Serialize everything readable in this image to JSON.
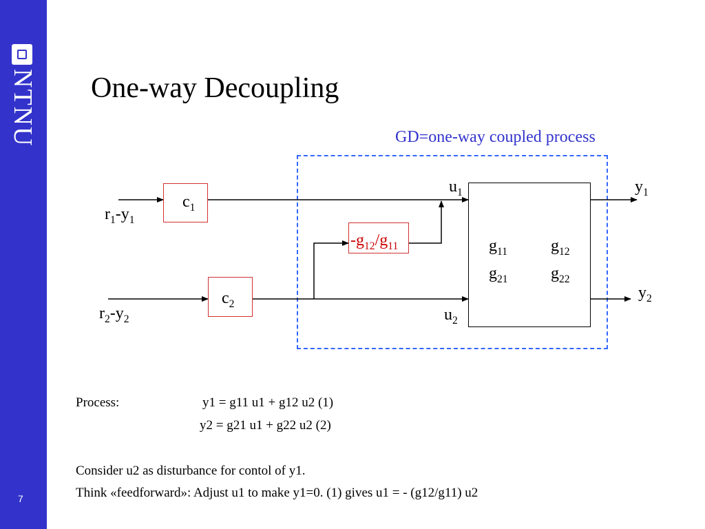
{
  "sidebar": {
    "logo_text": "NTNU",
    "page_number": "7"
  },
  "title": "One-way Decoupling",
  "diagram": {
    "gd_label": "GD=one-way coupled process",
    "input1": {
      "base": "r",
      "sub": "1",
      "mid": "-y",
      "sub2": "1"
    },
    "input2": {
      "base": "r",
      "sub": "2",
      "mid": "-y",
      "sub2": "2"
    },
    "c1": {
      "base": "c",
      "sub": "1"
    },
    "c2": {
      "base": "c",
      "sub": "2"
    },
    "decoupler": {
      "pre": "-g",
      "sub1": "12",
      "mid": "/g",
      "sub2": "11"
    },
    "u1": {
      "base": "u",
      "sub": "1"
    },
    "u2": {
      "base": "u",
      "sub": "2"
    },
    "y1": {
      "base": "y",
      "sub": "1"
    },
    "y2": {
      "base": "y",
      "sub": "2"
    },
    "g11": {
      "base": "g",
      "sub": "11"
    },
    "g12": {
      "base": "g",
      "sub": "12"
    },
    "g21": {
      "base": "g",
      "sub": "21"
    },
    "g22": {
      "base": "g",
      "sub": "22"
    }
  },
  "text": {
    "process_label": "Process:",
    "eq1": "y1 = g11 u1 + g12 u2  (1)",
    "eq2": "y2 = g21 u1 + g22 u2   (2)",
    "line3": "Consider u2 as disturbance for contol of y1.",
    "line4": "Think «feedforward»: Adjust u1 to make y1=0. (1) gives u1 = - (g12/g11) u2"
  }
}
